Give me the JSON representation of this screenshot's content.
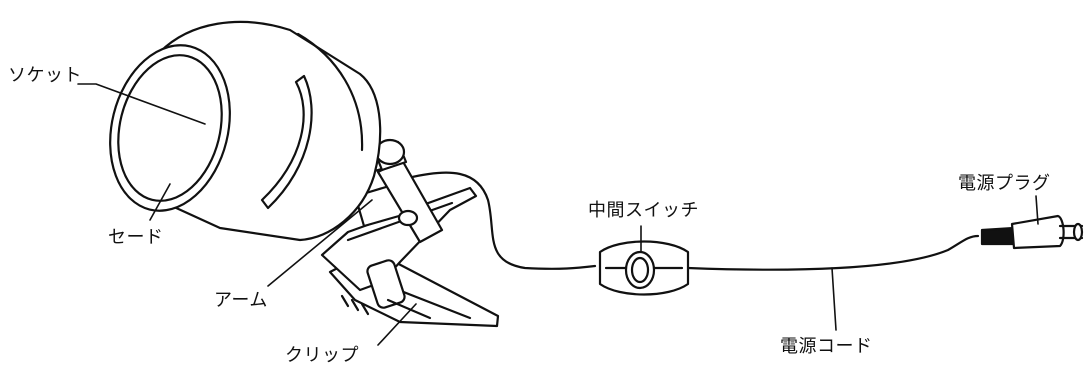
{
  "labels": {
    "socket": "ソケット",
    "shade": "セード",
    "arm": "アーム",
    "clip": "クリップ",
    "switch": "中間スイッチ",
    "cord": "電源コード",
    "plug": "電源プラグ"
  },
  "colors": {
    "line": "#111111",
    "fill": "#ffffff"
  }
}
